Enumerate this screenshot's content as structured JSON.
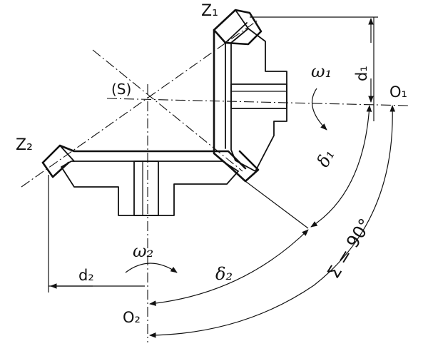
{
  "diagram": {
    "labels": {
      "apex": "(S)",
      "gear1": "Z₁",
      "gear2": "Z₂",
      "omega1": "ω₁",
      "omega2": "ω₂",
      "d1": "d₁",
      "d2": "d₂",
      "axis1": "O₁",
      "axis2": "O₂",
      "delta1": "δ₁",
      "delta2": "δ₂",
      "sigma": "Σ = 90°"
    }
  }
}
